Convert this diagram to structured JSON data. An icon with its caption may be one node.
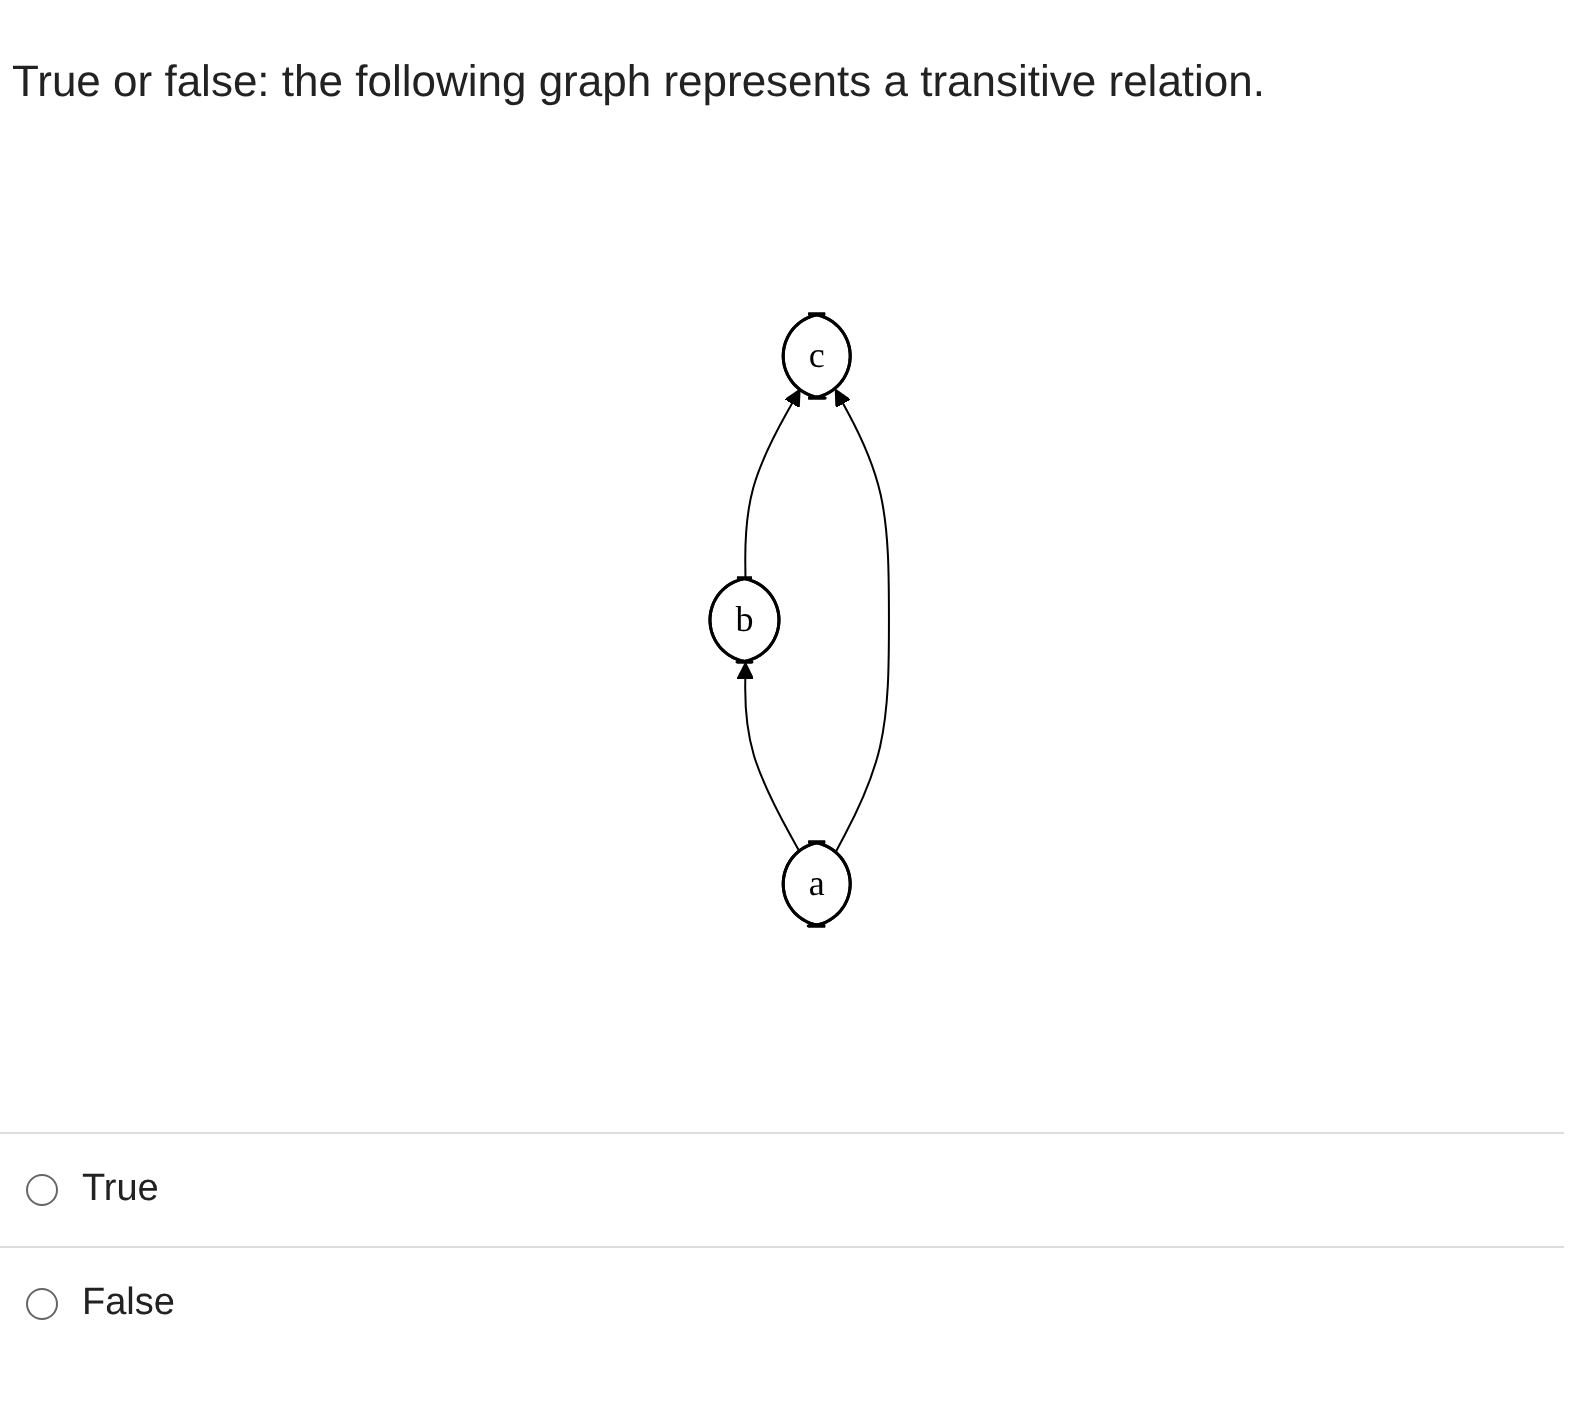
{
  "diagram": {
    "title": "True or false: the following graph represents a transitive relation.",
    "nodes": [
      {
        "text": [
          "b"
        ]
      },
      {
        "text": [
          "c"
        ]
      },
      {
        "text": [
          "a"
        ]
      }
    ],
    "edges": [
      {
        "from": 2,
        "to": 0,
        "arrow": "to"
      },
      {
        "from": 0,
        "to": 1,
        "arrow": "to"
      },
      {
        "from": 2,
        "to": 1,
        "arrow": "to"
      }
    ],
    "labels": [
      "True",
      "False"
    ]
  }
}
